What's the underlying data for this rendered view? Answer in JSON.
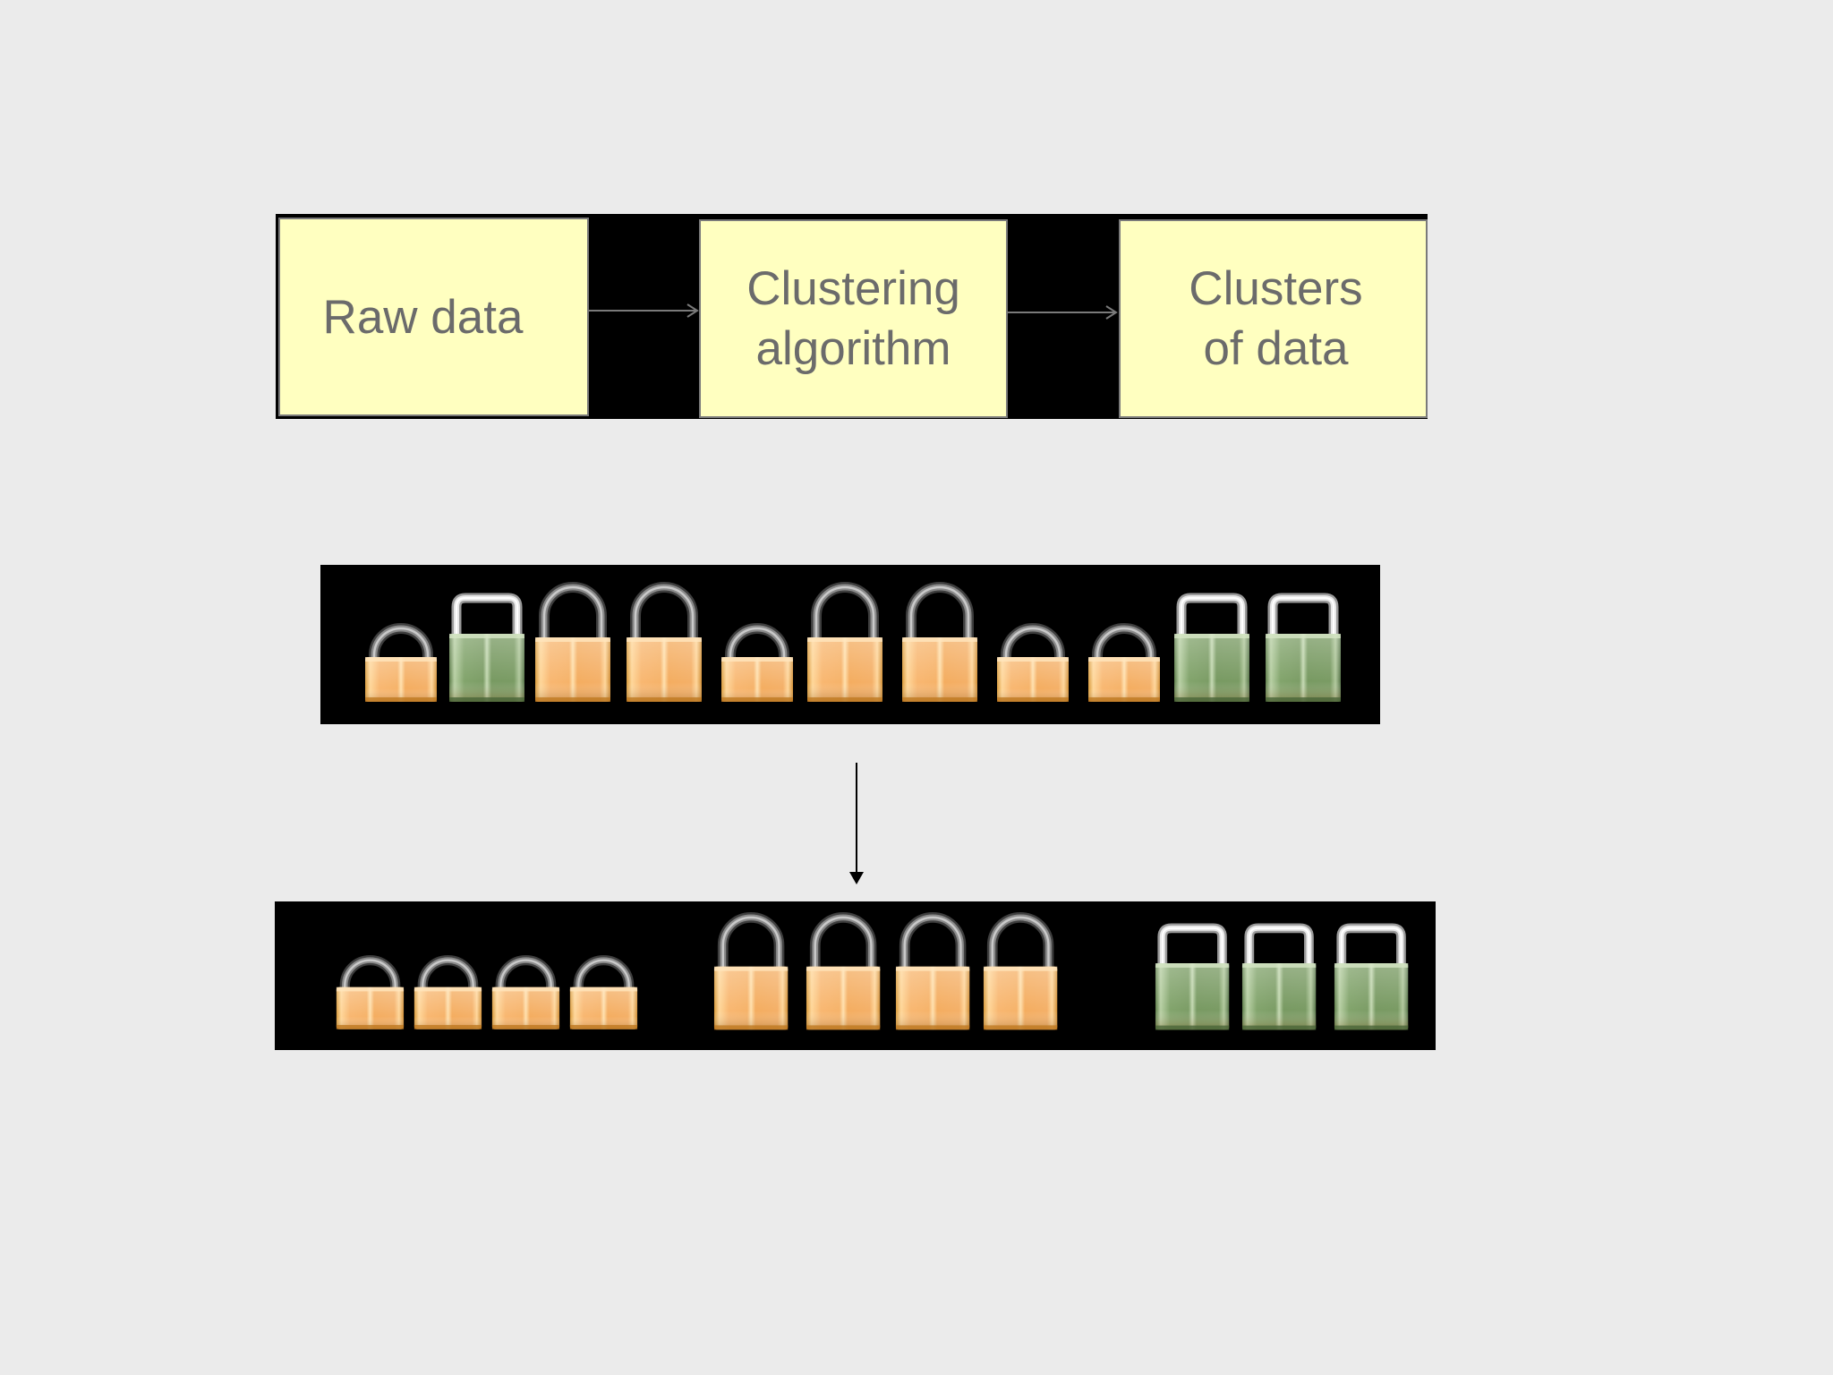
{
  "flow": {
    "raw_data": "Raw data",
    "algorithm_line1": "Clustering",
    "algorithm_line2": "algorithm",
    "clusters_line1": "Clusters",
    "clusters_line2": "of data"
  },
  "colors": {
    "background": "#ebebeb",
    "box_fill": "#ffffc0",
    "box_border": "#7a7a7a",
    "text": "#6b6b6b",
    "band": "#000000",
    "lock_gold": "#f5b06a",
    "lock_green": "#7f9f6a",
    "shackle_dark": "#6a6a6a",
    "shackle_light": "#d8d8d8"
  },
  "locks": {
    "raw_sequence": [
      {
        "color": "gold",
        "size": "small",
        "icon": "padlock-icon"
      },
      {
        "color": "green",
        "size": "medium",
        "icon": "padlock-icon"
      },
      {
        "color": "gold",
        "size": "large",
        "icon": "padlock-icon"
      },
      {
        "color": "gold",
        "size": "large",
        "icon": "padlock-icon"
      },
      {
        "color": "gold",
        "size": "small",
        "icon": "padlock-icon"
      },
      {
        "color": "gold",
        "size": "large",
        "icon": "padlock-icon"
      },
      {
        "color": "gold",
        "size": "large",
        "icon": "padlock-icon"
      },
      {
        "color": "gold",
        "size": "small",
        "icon": "padlock-icon"
      },
      {
        "color": "gold",
        "size": "small",
        "icon": "padlock-icon"
      },
      {
        "color": "green",
        "size": "medium",
        "icon": "padlock-icon"
      },
      {
        "color": "green",
        "size": "medium",
        "icon": "padlock-icon"
      }
    ],
    "clusters": [
      {
        "color": "gold",
        "size": "small",
        "count": 4
      },
      {
        "color": "gold",
        "size": "large",
        "count": 4
      },
      {
        "color": "green",
        "size": "medium",
        "count": 3
      }
    ]
  }
}
